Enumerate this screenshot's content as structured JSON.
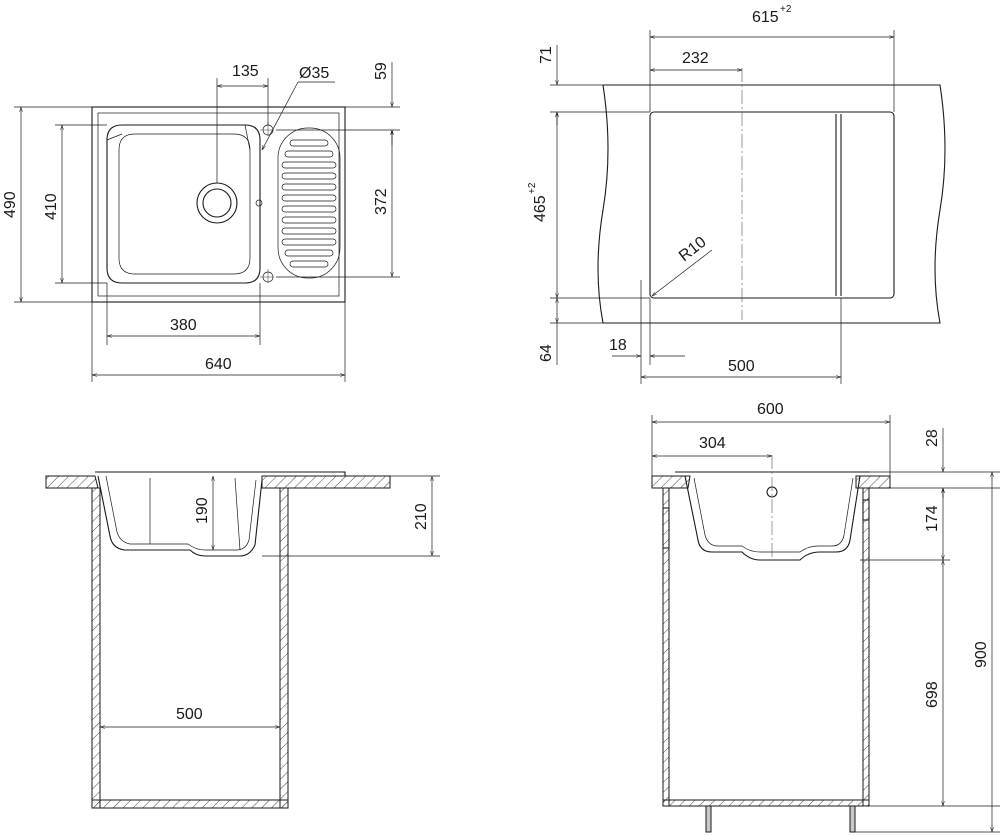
{
  "top_view": {
    "dims": {
      "overall_width": "640",
      "overall_depth": "490",
      "bowl_depth": "410",
      "bowl_width": "380",
      "drain_offset": "135",
      "tap_hole": "Ø35",
      "tap_hole_offset": "59",
      "drainer_length": "372"
    }
  },
  "cutout_view": {
    "dims": {
      "cutout_width": "615",
      "cutout_width_tol": "+2",
      "center_offset": "232",
      "front_margin_top": "71",
      "cutout_depth": "465",
      "cutout_depth_tol": "+2",
      "corner_radius": "R10",
      "rear_margin": "64",
      "edge_offset": "18",
      "cabinet_width": "500"
    }
  },
  "front_section": {
    "dims": {
      "bowl_height": "190",
      "total_height": "210",
      "cabinet_width": "500"
    }
  },
  "side_section": {
    "dims": {
      "cabinet_width": "600",
      "drain_offset": "304",
      "top_thickness": "28",
      "bowl_depth": "174",
      "cabinet_height": "698",
      "total_height": "900"
    }
  }
}
